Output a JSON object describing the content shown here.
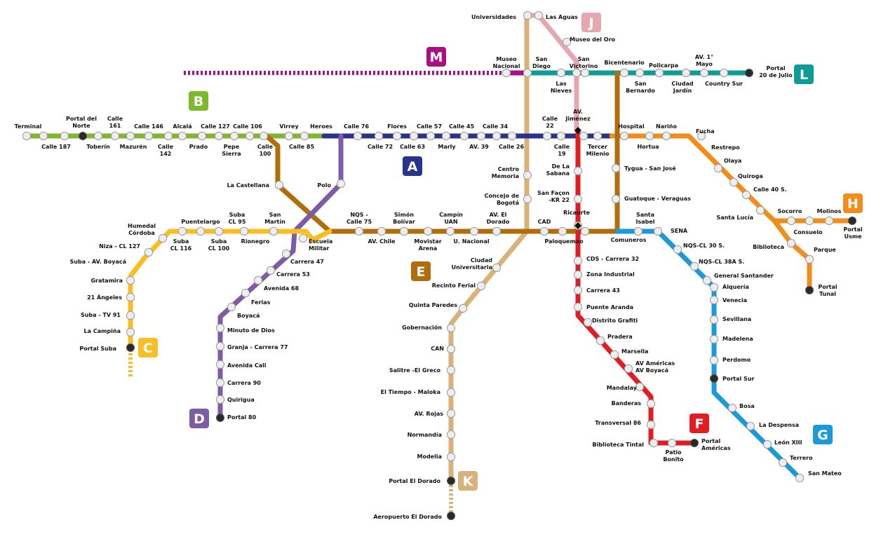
{
  "lines": [
    {
      "id": "A",
      "color": "#28348C",
      "stations": [
        "Calle 76",
        "Calle 72",
        "Flores",
        "Calle 63",
        "Calle 57",
        "Marly",
        "Calle 45",
        "AV. 39",
        "Calle 34",
        "Calle 26",
        "Calle 22",
        "Calle 19",
        "AV. Jiménez",
        "Tercer Milenio"
      ]
    },
    {
      "id": "B",
      "color": "#7DB82E",
      "stations": [
        "Terminal",
        "Calle 187",
        "Portal del Norte",
        "Toberín",
        "Calle 161",
        "Mazurén",
        "Calle 146",
        "Calle 142",
        "Alcalá",
        "Prado",
        "Calle 127",
        "Pepe Sierra",
        "Calle 106",
        "Calle 100",
        "Virrey",
        "Calle 85",
        "Heroes"
      ]
    },
    {
      "id": "C",
      "color": "#F8BE22",
      "stations": [
        "Portal Suba",
        "La Campiña",
        "Suba - TV 91",
        "21 Ángeles",
        "Gratamira",
        "Suba - AV. Boyacá",
        "Niza - CL 127",
        "Humedal Córdoba",
        "Suba CL 116",
        "Puentelargo",
        "Suba CL 100",
        "Suba CL 95",
        "Rionegro",
        "San Martín"
      ]
    },
    {
      "id": "D",
      "color": "#7D5BA6",
      "stations": [
        "Portal 80",
        "Quirigua",
        "Carrera 90",
        "Avenida Cali",
        "Granja - Carrera 77",
        "Minuto de Dios",
        "Boyacá",
        "Ferias",
        "Avenida 68",
        "Carrera 53",
        "Carrera 47",
        "Escuela Militar",
        "Polo"
      ]
    },
    {
      "id": "E",
      "color": "#B06D0A",
      "stations": [
        "La Castellana",
        "NQS - Calle 75",
        "AV. Chile",
        "Simón Bolívar",
        "Movistar Arena",
        "Campín UAN",
        "U. Nacional",
        "AV. El Dorado",
        "CAD",
        "Paloquemao",
        "Ricaurte",
        "Comuneros",
        "Guatoque - Veraguas",
        "Tygua - San José"
      ]
    },
    {
      "id": "F",
      "color": "#E31B23",
      "stations": [
        "Portal Américas",
        "Patio Bonito",
        "Biblioteca Tintal",
        "Transversal 86",
        "Banderas",
        "Mandalay",
        "AV Américas AV Boyacá",
        "Marsella",
        "Pradera",
        "Distrito Grafiti",
        "Puente Aranda",
        "Carrera 43",
        "Zona Industrial",
        "CDS - Carrera 32",
        "Ricaurte",
        "San Façon -KR 22",
        "De La Sabana"
      ]
    },
    {
      "id": "G",
      "color": "#1A9ADA",
      "stations": [
        "San Mateo",
        "Terreros",
        "León XIII",
        "La Despensa",
        "Bosa",
        "Portal Sur",
        "Perdomo",
        "Madelena",
        "Sevillana",
        "Venecia",
        "Alquería",
        "General Santander",
        "NQS-CL 38A S.",
        "NQS-CL 30 S.",
        "SENA",
        "Santa Isabel",
        "Comuneros"
      ]
    },
    {
      "id": "H",
      "color": "#F28C1A",
      "stations": [
        "Portal Usme",
        "Molinos",
        "Consuelo",
        "Socorro",
        "Santa Lucía",
        "Calle 40 S.",
        "Quiroga",
        "Olaya",
        "Restrepo",
        "Fucha",
        "Nariño",
        "Hortua",
        "Hospital",
        "Parque",
        "Biblioteca",
        "Portal Tunal"
      ]
    },
    {
      "id": "J",
      "color": "#E6A8B0",
      "stations": [
        "Universidades",
        "Las Aguas",
        "Museo del Oro",
        "San Victorino",
        "AV. Jiménez"
      ]
    },
    {
      "id": "K",
      "color": "#D9B27A",
      "stations": [
        "Aeropuerto El Dorado",
        "Portal El Dorado",
        "Modelia",
        "Normandía",
        "AV. Rojas",
        "El Tiempo - Maloka",
        "Salitre -El Greco",
        "CAN",
        "Gobernación",
        "Quinta Paredes",
        "Recinto Ferial",
        "Ciudad Universitaria",
        "Concejo de Bogotá",
        "Centro Memoria",
        "Universidades"
      ]
    },
    {
      "id": "L",
      "color": "#0E9C97",
      "stations": [
        "Portal 20 de Julio",
        "Country Sur",
        "AV. 1° Mayo",
        "Ciudad Jardín",
        "Policarpa",
        "San Bernardo",
        "Bicentenario",
        "San Victorino",
        "Las Nieves",
        "San Diego",
        "Museo Nacional"
      ]
    },
    {
      "id": "M",
      "color": "#A8117F",
      "stations": [
        "Museo Nacional"
      ]
    }
  ],
  "labels": {
    "terminal": "Terminal",
    "calle187": "Calle 187",
    "portal_norte": "Portal del\nNorte",
    "toberin": "Toberín",
    "calle161": "Calle\n161",
    "mazuren": "Mazurén",
    "calle146": "Calle 146",
    "calle142": "Calle\n142",
    "alcala": "Alcalá",
    "prado": "Prado",
    "calle127": "Calle 127",
    "pepe_sierra": "Pepe\nSierra",
    "calle106": "Calle 106",
    "calle100": "Calle\n100",
    "virrey": "Virrey",
    "calle85": "Calle 85",
    "heroes": "Heroes",
    "calle76": "Calle 76",
    "calle72": "Calle 72",
    "flores": "Flores",
    "calle63": "Calle 63",
    "calle57": "Calle 57",
    "marly": "Marly",
    "calle45": "Calle 45",
    "av39": "AV. 39",
    "calle34": "Calle 34",
    "calle26": "Calle 26",
    "calle22": "Calle\n22",
    "calle19": "Calle\n19",
    "av_jimenez": "AV.\nJiménez",
    "tercer_milenio": "Tercer\nMilenio",
    "hospital": "Hospital",
    "hortua": "Hortua",
    "narino": "Nariño",
    "fucha": "Fucha",
    "restrepo": "Restrepo",
    "olaya": "Olaya",
    "quiroga": "Quiroga",
    "calle40s": "Calle 40 S.",
    "santa_lucia": "Santa Lucía",
    "socorro": "Socorro",
    "consuelo": "Consuelo",
    "molinos": "Molinos",
    "portal_usme": "Portal\nUsme",
    "biblioteca": "Biblioteca",
    "parque": "Parque",
    "portal_tunal": "Portal\nTunal",
    "universidades": "Universidades",
    "las_aguas": "Las Aguas",
    "museo_oro": "Museo del Oro",
    "museo_nacional": "Museo\nNacional",
    "san_diego": "San\nDiego",
    "las_nieves": "Las\nNieves",
    "san_victorino": "San\nVictorino",
    "bicentenario": "Bicentenario",
    "san_bernardo": "San\nBernardo",
    "policarpa": "Policarpa",
    "ciudad_jardin": "Ciudad\nJardín",
    "av_1_mayo": "AV. 1°\nMayo",
    "country_sur": "Country Sur",
    "portal_20_julio": "Portal\n20 de Julio",
    "centro_memoria": "Centro\nMemoria",
    "concejo": "Concejo de\nBogotá",
    "de_la_sabana": "De La\nSabana",
    "san_facon": "San Façon\n-KR 22",
    "tygua": "Tygua - San José",
    "guatoque": "Guatoque - Veraguas",
    "la_castellana": "La Castellana",
    "polo": "Polo",
    "humedal": "Humedal\nCórdoba",
    "puentelargo": "Puentelargo",
    "suba_cl95": "Suba\nCL 95",
    "san_martin": "San\nMartín",
    "suba_cl116": "Suba\nCL 116",
    "suba_cl100": "Suba\nCL 100",
    "rionegro": "Rionegro",
    "niza": "Niza - CL 127",
    "suba_boyaca": "Suba - AV. Boyacá",
    "gratamira": "Gratamira",
    "angeles": "21 Ángeles",
    "suba_tv91": "Suba - TV 91",
    "la_campina": "La Campiña",
    "portal_suba": "Portal Suba",
    "nqs75": "NQS -\nCalle 75",
    "simon_bolivar": "Simón\nBolívar",
    "campin": "Campín\nUAN",
    "av_el_dorado": "AV. El\nDorado",
    "cad": "CAD",
    "ricaurte": "Ricaurte",
    "santa_isabel": "Santa\nIsabel",
    "av_chile": "AV. Chile",
    "movistar": "Movistar\nArena",
    "u_nacional": "U. Nacional",
    "paloquemao": "Paloquemao",
    "comuneros": "Comuneros",
    "escuela_militar": "Escuela\nMilitar",
    "carrera47": "Carrera 47",
    "carrera53": "Carrera 53",
    "avenida68": "Avenida 68",
    "ferias": "Ferias",
    "boyaca": "Boyacá",
    "minuto_dios": "Minuto de Dios",
    "granja": "Granja - Carrera 77",
    "avenida_cali": "Avenida Cali",
    "carrera90": "Carrera 90",
    "quirigua": "Quirigua",
    "portal80": "Portal 80",
    "ciudad_universitaria": "Ciudad\nUniversitaria",
    "recinto_ferial": "Recinto Ferial",
    "quinta_paredes": "Quinta Paredes",
    "gobernacion": "Gobernación",
    "can": "CAN",
    "salitre": "Salitre -El Greco",
    "el_tiempo": "El Tiempo - Maloka",
    "av_rojas": "AV. Rojas",
    "normandia": "Normandía",
    "modelia": "Modelia",
    "portal_el_dorado": "Portal El Dorado",
    "aeropuerto": "Aeropuerto El Dorado",
    "cds": "CDS - Carrera 32",
    "zona_industrial": "Zona Industrial",
    "carrera43": "Carrera 43",
    "puente_aranda": "Puente Aranda",
    "distrito_grafiti": "Distrito Grafiti",
    "pradera": "Pradera",
    "marsella": "Marsella",
    "av_americas_boyaca": "AV Américas\nAV Boyacá",
    "mandalay": "Mandalay",
    "banderas": "Banderas",
    "transversal86": "Transversal 86",
    "biblioteca_tintal": "Biblioteca Tintal",
    "patio_bonito": "Patio\nBonito",
    "portal_americas": "Portal\nAméricas",
    "sena": "SENA",
    "nqs30s": "NQS-CL 30 S.",
    "nqs38as": "NQS-CL 38A S.",
    "general_santander": "General Santander",
    "alqueria": "Alquería",
    "venecia": "Venecia",
    "sevillana": "Sevillana",
    "madelena": "Madelena",
    "perdomo": "Perdomo",
    "portal_sur": "Portal Sur",
    "bosa": "Bosa",
    "la_despensa": "La Despensa",
    "leon_xiii": "León XIII",
    "terrero": "Terrero",
    "san_mateo": "San Mateo"
  }
}
